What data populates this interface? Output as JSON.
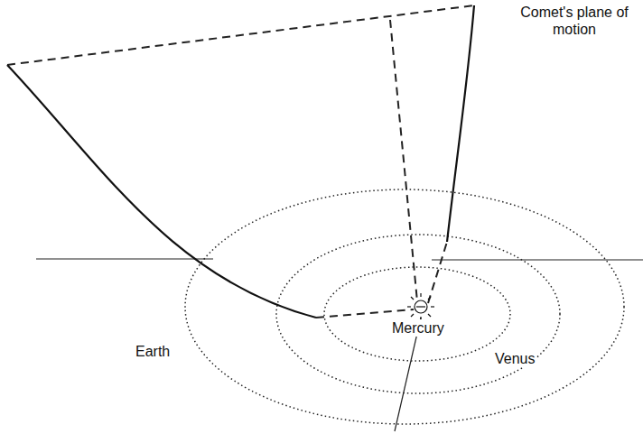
{
  "diagram": {
    "labels": [
      "Comet's plane of motion",
      "Mercury",
      "Venus",
      "Earth"
    ]
  }
}
